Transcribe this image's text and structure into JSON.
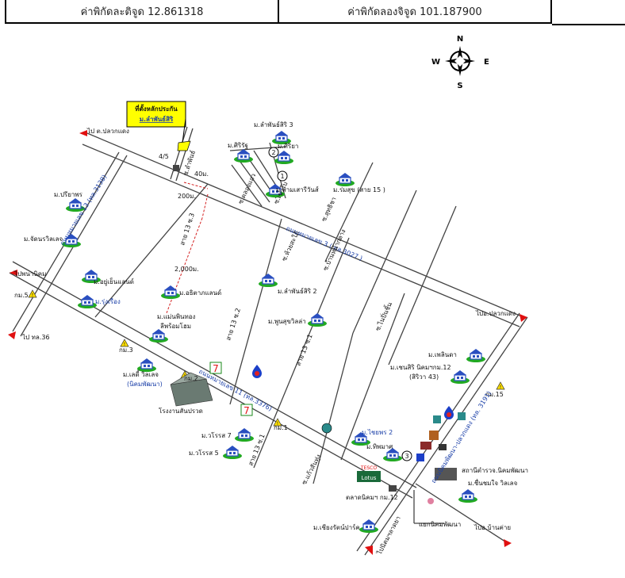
{
  "header": {
    "latitude_label": "ค่าพิกัดละติจูด 12.861318",
    "longitude_label": "ค่าพิกัดลองจิจูด 101.187900"
  },
  "compass": {
    "n": "N",
    "s": "S",
    "e": "E",
    "w": "W"
  },
  "callout": {
    "line1": "ที่ตั้งหลักประกัน",
    "line2": "ม.ลำพันธ์สิริ"
  },
  "labels": {
    "house_no": "4/5",
    "dist_40": "40ม.",
    "dist_200": "200ม.",
    "dist_2000": "2,000ม.",
    "lamphan_siri_3": "ม.ลำพันธ์สิริ 3",
    "sirirat": "ม.ศิริรัฐ",
    "siriya": "ม.ศิริยา",
    "samsarawan": "ม.สามเสารีวันส์",
    "romsuk": "ม.ร่มสุข (สาย 15 )",
    "pariyaporn": "ม.ปรียาพร",
    "jadsarawilletch": "ม.จัดนรวิลเลจ",
    "yuyenland": "ม.อยู่เย็นแลนด์",
    "rungruang": "ม.รุ่งเรือง",
    "athitaland": "ม.อธิตาภแลนด์",
    "maenpinthong": "ม.แม่นพินทอง",
    "leehomehome": "ลีพร้อมโฮม",
    "lamphan_siri_2": "ม.ลำพันธ์สิริ 2",
    "punsukvilla": "ม.พูนสุขวิลล่า",
    "ledee_village": "ม.เลดี้ วิลเลจ",
    "nikhompattana": "(นิคมพัฒนา)",
    "factory": "โรงงานสันปรวด",
    "worarat7": "ม.วโรรส 7",
    "worarat5": "ม.วโรรส 5",
    "phailinda": "ม.เพลินดา",
    "chaensiri": "ม.เชนสิริ นิคมฯกม.12",
    "siriwa43": "(สิริวา 43)",
    "chaiyaporn2": "ม.ไชยพร 2",
    "thipmas": "ม.ทิพมาศ",
    "nikhom_police": "สถานีตำรวจ.นิคมพัฒนา",
    "chuenchom": "ม.ชื่นชมใจ วิลเลจ",
    "tesco": "TESCO",
    "lotus": "Lotus",
    "market": "ตลาดนิคมฯ กม.12",
    "chiangrat": "ม.เชียงรัตน์ปาร์ค",
    "junction": "แยกนิคมพัฒนา",
    "to_pluakdaeng_top": "ไป ต.ปลวกแดง",
    "to_pluakdaeng_right": "ไปอ.ปลวกแดง",
    "to_phanat": "ไปพนานิคม",
    "to_36": "ไป ทล.36",
    "to_bankhai": "ไปอ.บ้านค่าย",
    "to_nikhom": "ไปนิคมฯลาดยา",
    "km5": "กม.5",
    "km3": "กม.3",
    "km2": "กม.2",
    "km1": "กม.1",
    "km15": "กม.15",
    "road_3191": "ถนนนิคมพัฒนา-ปลวกแดง (ทล. 3191)",
    "road_3027": "ถนนหมายเลข 3 ( ทล.3027 )",
    "road_3138": "ถนนหมายเลข 13 (ทล.3138)",
    "road_3376": "ถนนหมายเลข 11 (ทล.3376)",
    "soi_13_33": "สาย 13 ซ.3",
    "soi_13_32": "สาย 13 ซ.2",
    "soi_13_31": "สาย 13 ซ.1",
    "soi_13_11": "สาย 13 ซ.1",
    "soi_lampan": "ซ.ลำพันธ์",
    "soi_huaichai": "ซ.ห้วยสะใภ้",
    "soi_sutthicha": "ซ.สุทธิชา",
    "soi_kongtaew": "ซ.คลองแถว",
    "soi_chawkhao": "ซ.เขาโบ",
    "soi_anan": "ซ.อนันต์ทอง",
    "soi_banlang": "ซ.บ้านหน้ากลาง",
    "soi_naipin": "ซ.ไนปิ่นชิ้น",
    "soi_kaeng": "ซ.แก้วสันทุ่ง",
    "num1": "1",
    "num2": "2",
    "num3": "3"
  },
  "colors": {
    "road": "#444444",
    "highway_label": "#1a3fa8",
    "dash_red": "#d42020",
    "callout_bg": "#ffff00",
    "house": "#2a4fc0",
    "grass": "#22aa22",
    "arrow": "#e01010"
  }
}
